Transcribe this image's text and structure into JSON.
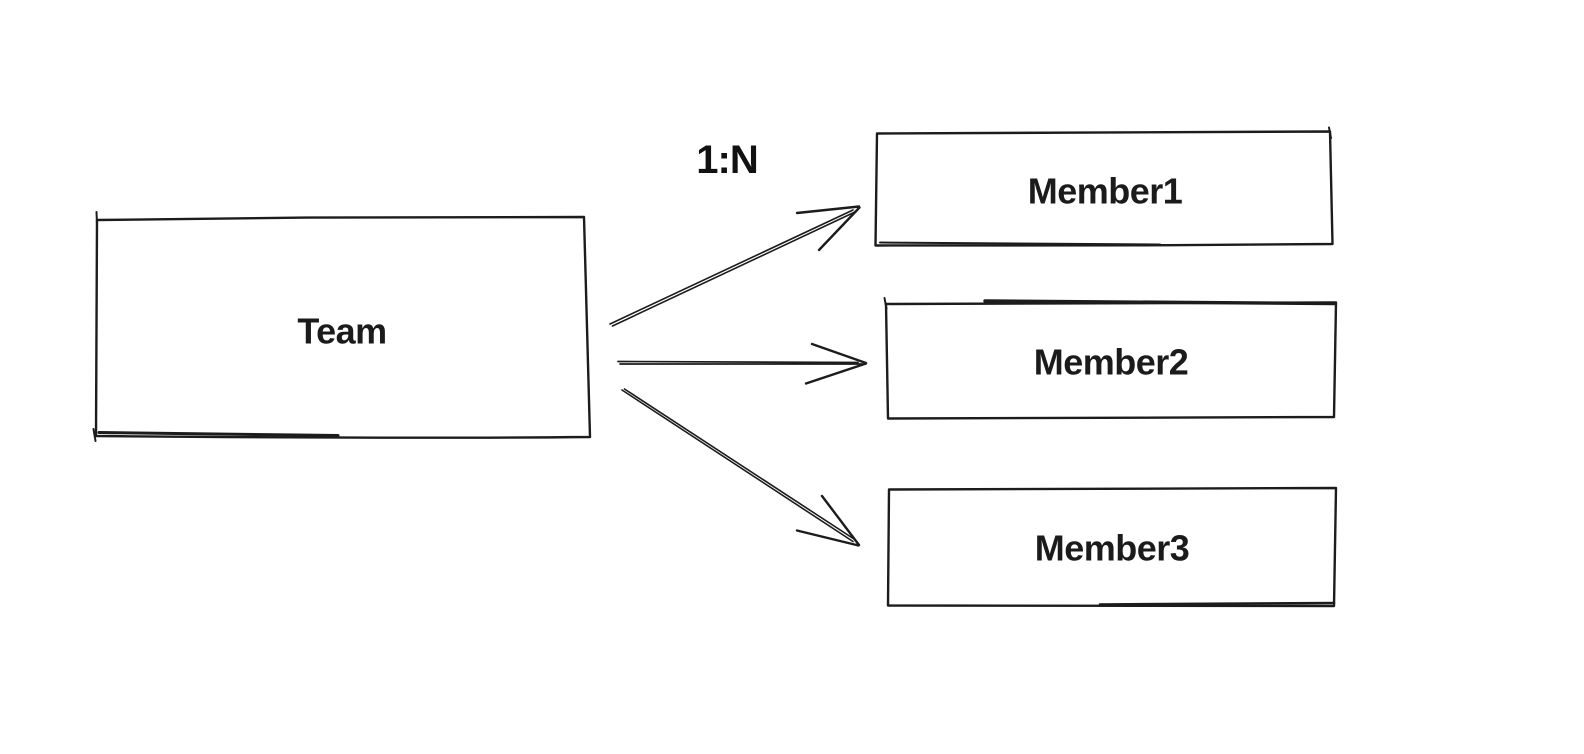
{
  "colors": {
    "background": "#ffffff",
    "ink": "#1c1c1c",
    "text": "#1b1b1b"
  },
  "diagram": {
    "style": "hand-drawn sketch",
    "nodes": [
      {
        "label": "Team"
      },
      {
        "label": "Member1"
      },
      {
        "label": "Member2"
      },
      {
        "label": "Member3"
      }
    ],
    "edges": [
      {
        "from": "Team",
        "to": "Member1",
        "label": "1:N"
      },
      {
        "from": "Team",
        "to": "Member2",
        "label": ""
      },
      {
        "from": "Team",
        "to": "Member3",
        "label": ""
      }
    ]
  }
}
